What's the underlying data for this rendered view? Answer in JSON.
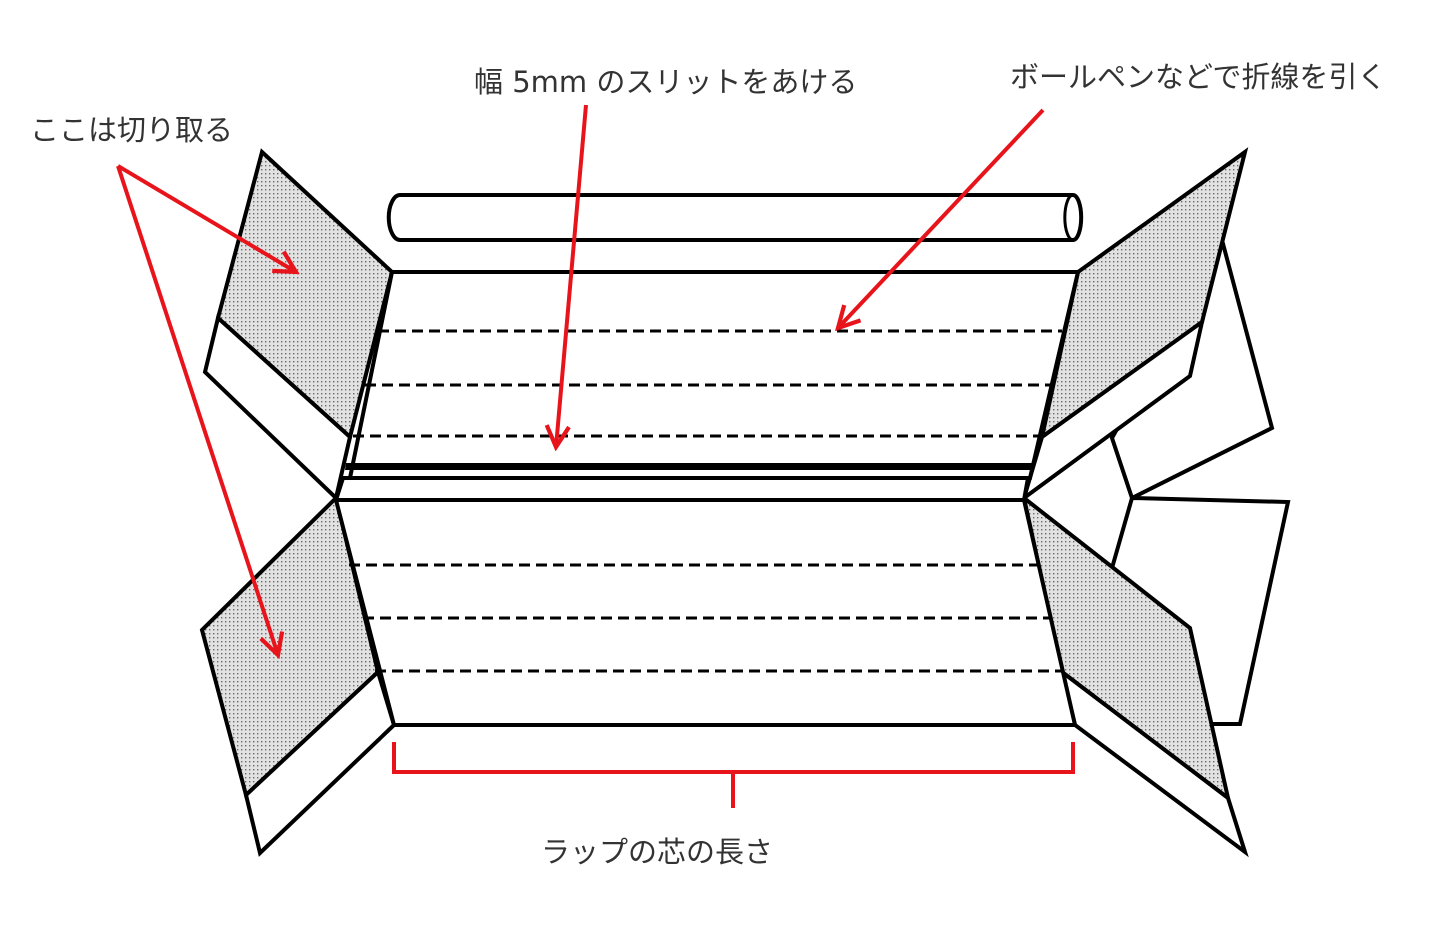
{
  "labels": {
    "cut_off": "ここは切り取る",
    "slit": "幅 5mm のスリットをあける",
    "fold_lines": "ボールペンなどで折線を引く",
    "core_length": "ラップの芯の長さ"
  },
  "colors": {
    "outline": "#000000",
    "annotation": "#e8141b",
    "label_text": "#333333",
    "shaded_fill": "#e2e2e2",
    "dot": "#6a6a6a"
  }
}
